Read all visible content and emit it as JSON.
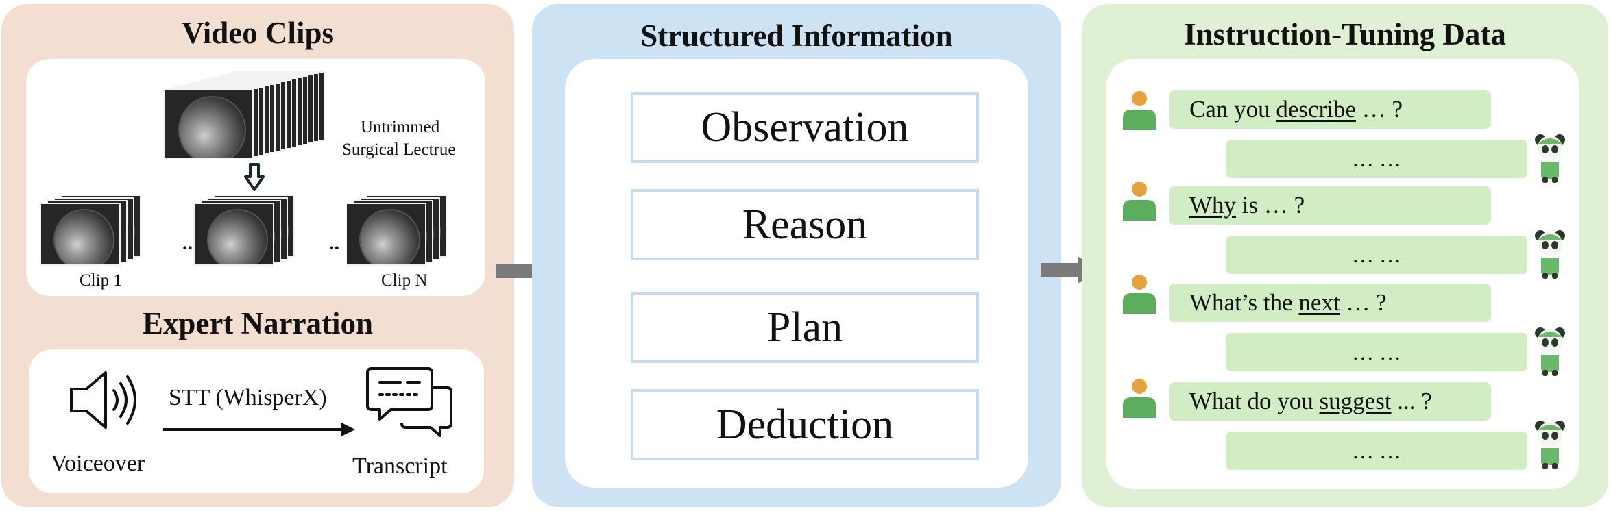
{
  "left_panel": {
    "video_clips_title": "Video Clips",
    "untrimmed_line1": "Untrimmed",
    "untrimmed_line2": "Surgical Lectrue",
    "clip_first_label": "Clip 1",
    "clip_last_label": "Clip N",
    "ellipsis": "..",
    "expert_narration_title": "Expert Narration",
    "stt_label": "STT (WhisperX)",
    "voiceover_label": "Voiceover",
    "transcript_label": "Transcript"
  },
  "middle_panel": {
    "title": "Structured Information",
    "stages": [
      "Observation",
      "Reason",
      "Plan",
      "Deduction"
    ]
  },
  "right_panel": {
    "title": "Instruction-Tuning Data",
    "conversations": [
      {
        "q_pre": "Can you ",
        "q_key": "describe",
        "q_post": " … ?",
        "answer": "… …"
      },
      {
        "q_pre": "",
        "q_key": "Why",
        "q_post": " is … ?",
        "answer": "… …"
      },
      {
        "q_pre": "What’s the ",
        "q_key": "next",
        "q_post": " … ?",
        "answer": "… …"
      },
      {
        "q_pre": "What do you ",
        "q_key": "suggest",
        "q_post": " ... ?",
        "answer": "… …"
      }
    ]
  },
  "colors": {
    "left_panel_bg": "#f3dfd2",
    "middle_panel_bg": "#cde2f2",
    "right_panel_bg": "#dff0d4",
    "stage_border": "#c4dcef",
    "bubble": "#d2ecc4",
    "user_head": "#e8a23c",
    "user_body": "#5cae5e",
    "arrow": "#7a7a7a"
  },
  "icons": [
    "speaker-icon",
    "transcript-icon",
    "user-icon",
    "panda-surgeon-icon",
    "down-arrow-icon"
  ]
}
